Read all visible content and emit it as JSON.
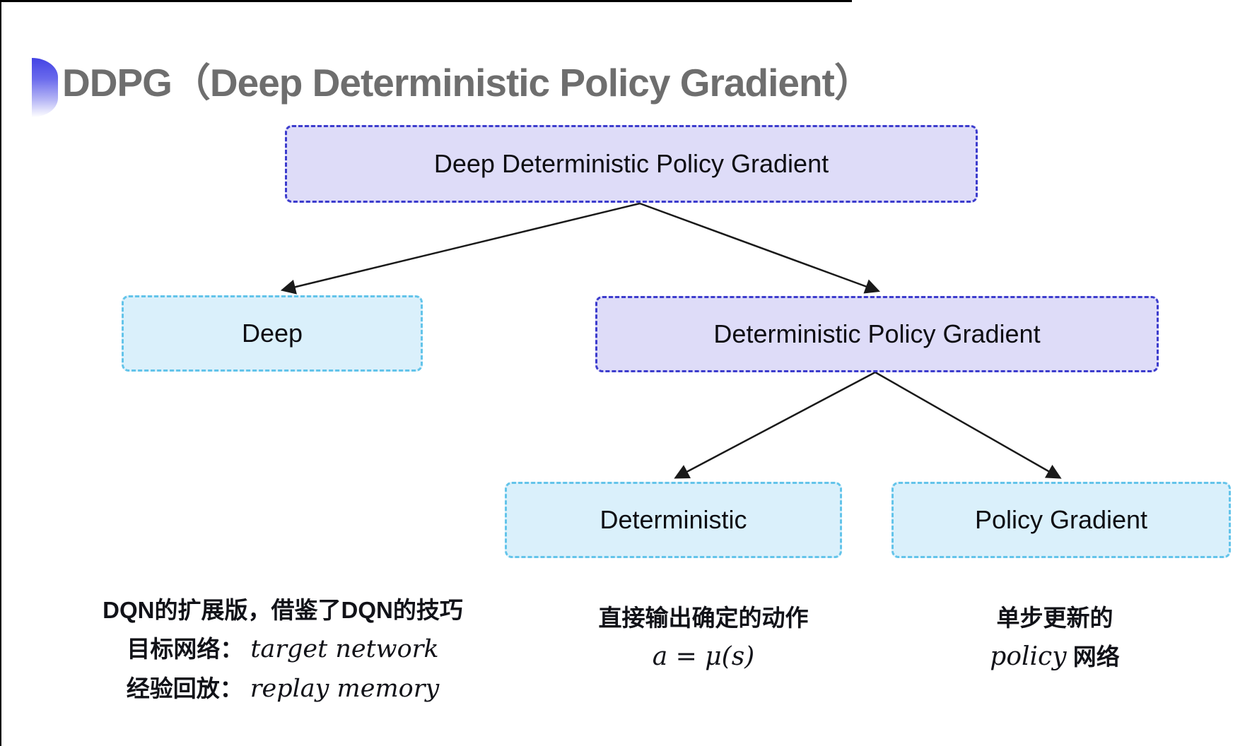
{
  "title": "DDPG（Deep Deterministic Policy Gradient）",
  "tree": {
    "root": {
      "label": "Deep Deterministic Policy Gradient"
    },
    "children": [
      {
        "label": "Deep"
      },
      {
        "label": "Deterministic Policy Gradient"
      }
    ],
    "grandchildren": [
      {
        "label": "Deterministic"
      },
      {
        "label": "Policy Gradient"
      }
    ]
  },
  "notes": {
    "deep": {
      "line1": "DQN的扩展版，借鉴了DQN的技巧",
      "target_label": "目标网络：",
      "target_value": "target network",
      "replay_label": "经验回放：",
      "replay_value": "replay memory"
    },
    "deterministic": {
      "line1": "直接输出确定的动作",
      "formula": "a = μ(s)"
    },
    "policy_gradient": {
      "line1": "单步更新的",
      "line2_italic": "policy",
      "line2_suffix": " 网络"
    }
  },
  "colors": {
    "purple-fill": "#dedcf8",
    "purple-border": "#3c3ccd",
    "cyan-fill": "#daf0fb",
    "cyan-border": "#63c4ea",
    "title-gray": "#6e6e6e",
    "text-black": "#111218",
    "arrow-black": "#1a1a1a",
    "bullet-blue": "#4343e4"
  }
}
